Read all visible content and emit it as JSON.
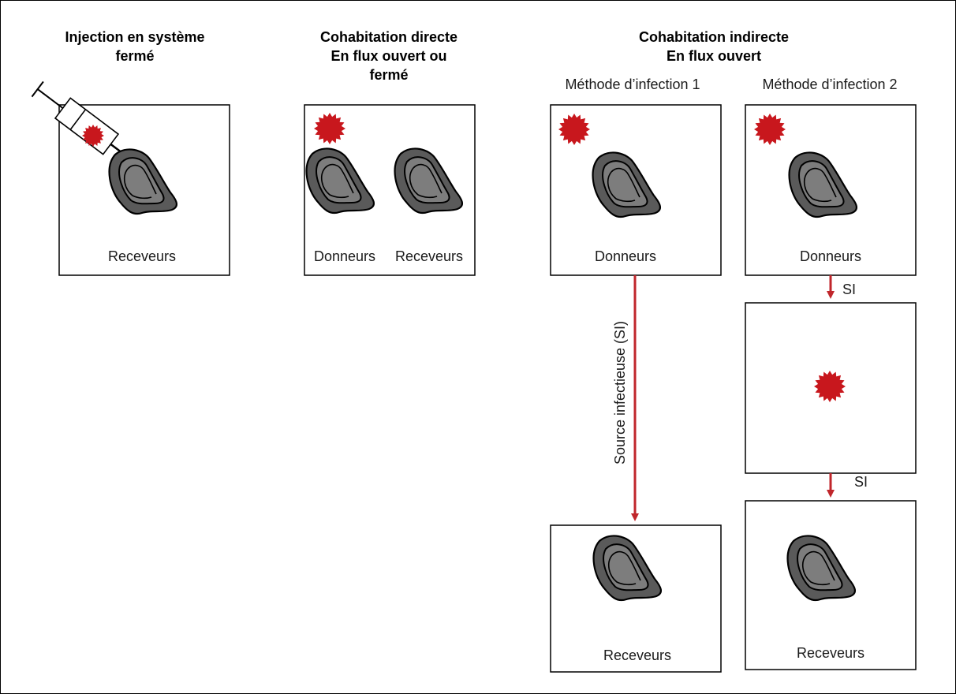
{
  "colors": {
    "pathogen": "#c8171d",
    "arrow": "#c0262b",
    "oyster_shell": "#5a5a5a",
    "oyster_inner": "#7d7d7d",
    "outline": "#000000"
  },
  "panels": {
    "injection": {
      "title_line1": "Injection en système",
      "title_line2": "fermé",
      "receivers_label": "Receveurs",
      "icons": [
        "syringe-icon",
        "pathogen-icon",
        "oyster-icon"
      ]
    },
    "direct": {
      "title_line1": "Cohabitation directe",
      "title_line2": "En flux ouvert ou",
      "title_line3": "fermé",
      "donors_label": "Donneurs",
      "receivers_label": "Receveurs"
    },
    "indirect": {
      "title_line1": "Cohabitation indirecte",
      "title_line2": "En flux ouvert",
      "method1": {
        "label": "Méthode d’infection 1",
        "donors_label": "Donneurs",
        "receivers_label": "Receveurs",
        "arrow_label": "Source infectieuse (SI)"
      },
      "method2": {
        "label": "Méthode d’infection 2",
        "donors_label": "Donneurs",
        "receivers_label": "Receveurs",
        "arrow1_label": "SI",
        "arrow2_label": "SI"
      }
    }
  }
}
